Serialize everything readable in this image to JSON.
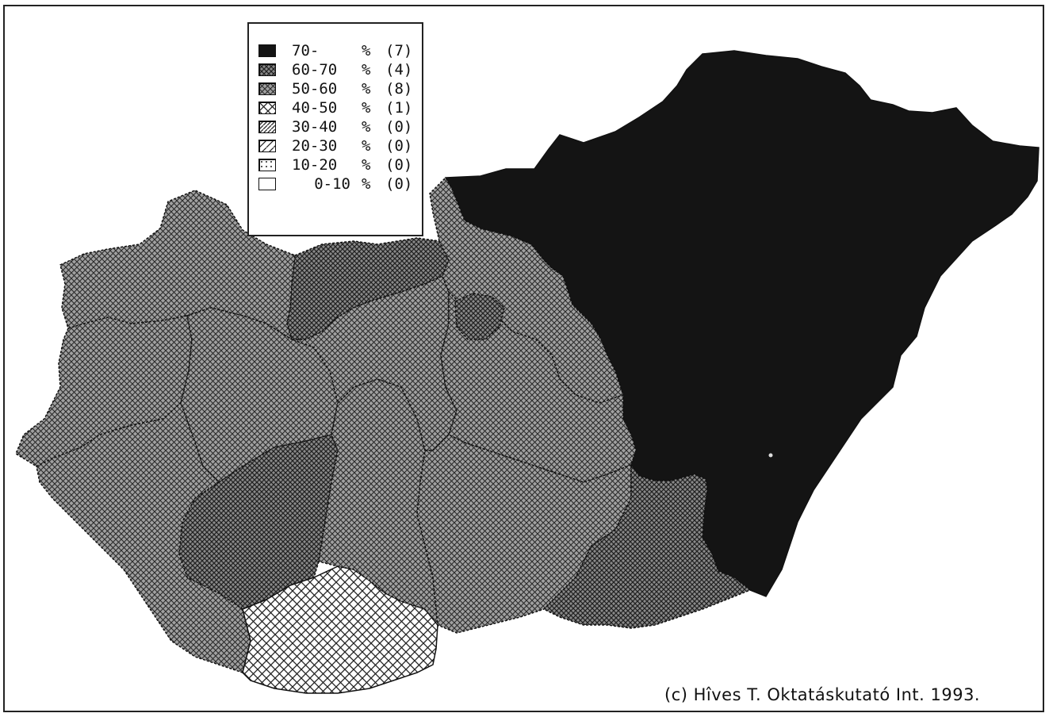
{
  "legend": {
    "items": [
      {
        "range": "70-",
        "unit": "%",
        "count": "(7)",
        "pattern": "solid"
      },
      {
        "range": "60-70",
        "unit": "%",
        "count": "(4)",
        "pattern": "dense-cross"
      },
      {
        "range": "50-60",
        "unit": "%",
        "count": "(8)",
        "pattern": "cross"
      },
      {
        "range": "40-50",
        "unit": "%",
        "count": "(1)",
        "pattern": "open-cross"
      },
      {
        "range": "30-40",
        "unit": "%",
        "count": "(0)",
        "pattern": "dense-diagonal"
      },
      {
        "range": "20-30",
        "unit": "%",
        "count": "(0)",
        "pattern": "diagonal"
      },
      {
        "range": "10-20",
        "unit": "%",
        "count": "(0)",
        "pattern": "dots"
      },
      {
        "range": "0-10",
        "unit": "%",
        "count": "(0)",
        "pattern": "empty"
      }
    ]
  },
  "credit": "(c) Hîves T. Oktatáskutató Int. 1993.",
  "colors": {
    "solid": "#141414",
    "line": "#1a1a1a",
    "background": "#ffffff"
  }
}
